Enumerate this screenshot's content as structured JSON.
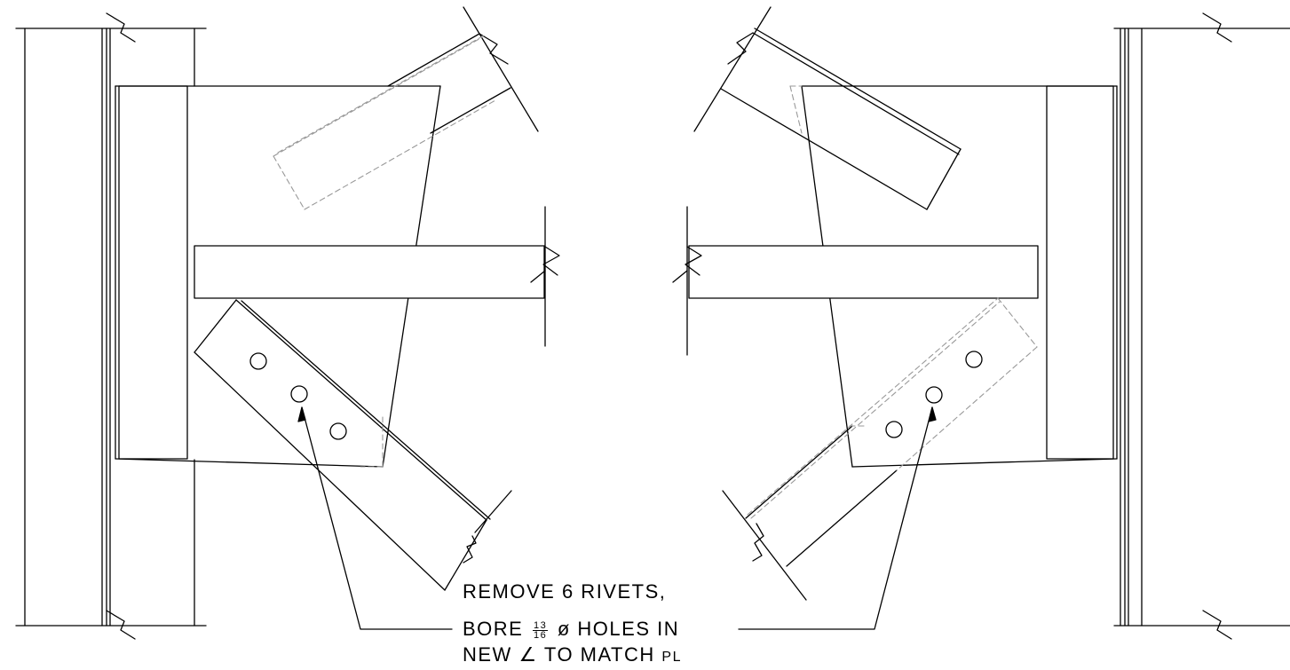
{
  "note": {
    "line1": "REMOVE 6 RIVETS,",
    "line2_prefix": "BORE",
    "fraction_numerator": "13",
    "fraction_denominator": "16",
    "line2_suffix": "ø HOLES IN",
    "line3_prefix": "NEW",
    "angle_symbol": "∠",
    "line3_middle": "TO MATCH",
    "plate_symbol": "PL"
  },
  "colors": {
    "line": "#000000",
    "hidden_line": "#999999",
    "background": "#ffffff"
  }
}
